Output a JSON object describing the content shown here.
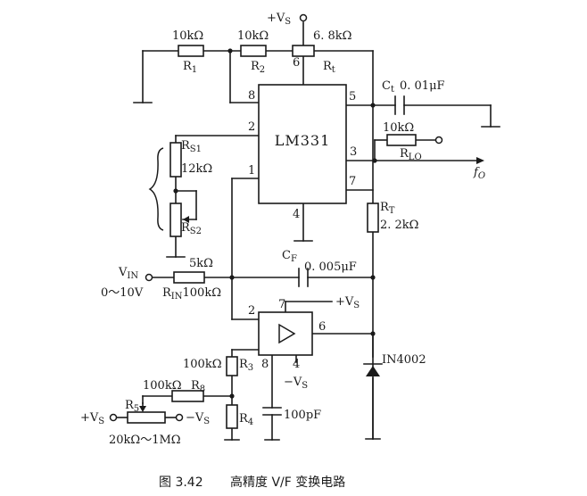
{
  "labels": {
    "vs_top": "+V",
    "vs_top_sub": "S",
    "r1_val": "10kΩ",
    "r1_name": "R",
    "r1_sub": "1",
    "r2_val": "10kΩ",
    "r2_name": "R",
    "r2_sub": "2",
    "r6_val": "6. 8kΩ",
    "r6_name": "R",
    "r6_sub": "t",
    "pin6_top": "6",
    "pin8": "8",
    "pin5": "5",
    "pin2": "2",
    "pin3": "3",
    "pin1": "1",
    "pin7": "7",
    "pin4": "4",
    "ic_name": "LM331",
    "ct_name": "C",
    "ct_sub": "t",
    "ct_val": "0. 01μF",
    "rs1_name": "R",
    "rs1_sub": "S1",
    "rs1_val": "12kΩ",
    "rs2_name": "R",
    "rs2_sub": "S2",
    "rlo_val": "10kΩ",
    "rlo_name": "R",
    "rlo_sub": "LO",
    "fo_name": "f",
    "fo_sub": "O",
    "rt_name": "R",
    "rt_sub": "T",
    "rt_val": "2. 2kΩ",
    "vin_name": "V",
    "vin_sub": "IN",
    "vin_range": "0～10V",
    "rin_val": "5kΩ",
    "rin_name": "R",
    "rin_sub": "IN",
    "rin_val2": "100kΩ",
    "cf_name": "C",
    "cf_sub": "F",
    "cf_val": "0. 005μF",
    "op_pin2": "2",
    "op_pin7": "7",
    "op_vs": "+V",
    "op_vs_sub": "S",
    "op_pin6": "6",
    "op_pin8": "8",
    "op_pin4": "4",
    "op_nvs": "−V",
    "op_nvs_sub": "S",
    "diode": "IN4002",
    "r3_val": "100kΩ",
    "r3_name": "R",
    "r3_sub": "3",
    "r8_val": "100kΩ",
    "r8_name": "R",
    "r8_sub": "8",
    "r5_name": "R",
    "r5_sub": "5",
    "pot_pvs": "+V",
    "pot_pvs_sub": "S",
    "pot_nvs": "−V",
    "pot_nvs_sub": "S",
    "pot_range": "20kΩ～1MΩ",
    "r4_name": "R",
    "r4_sub": "4",
    "c100_val": "100pF"
  },
  "caption": {
    "number": "图 3.42",
    "title": "高精度 V/F 变换电路"
  }
}
